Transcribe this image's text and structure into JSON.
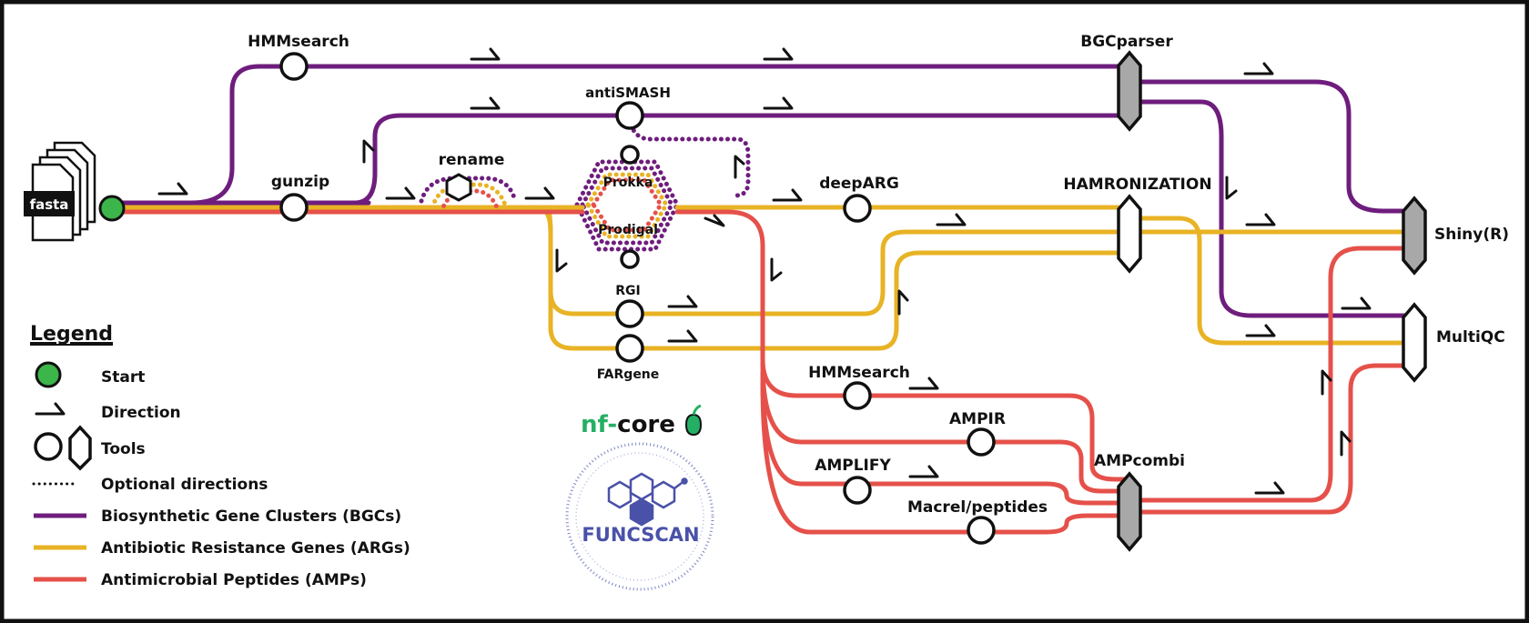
{
  "colors": {
    "bgc": "#6e1d7d",
    "arg": "#e8b324",
    "amp": "#e5514a",
    "start": "#3cb54a",
    "tool_fill_gray": "#a8a8a8",
    "logo_blue": "#4a51a8",
    "nf_green": "#24b064"
  },
  "input": {
    "label": "fasta"
  },
  "tools": {
    "hmmsearch_bgc": "HMMsearch",
    "antismash": "antiSMASH",
    "gunzip": "gunzip",
    "rename": "rename",
    "prokka": "Prokka",
    "prodigal": "Prodigal",
    "deeparg": "deepARG",
    "rgi": "RGI",
    "fargene": "FARgene",
    "hmmsearch_amp": "HMMsearch",
    "ampir": "AMPIR",
    "amplify": "AMPLIFY",
    "macrel": "Macrel/peptides",
    "bgcparser": "BGCparser",
    "hamronization": "HAMRONIZATION",
    "ampcombi": "AMPcombi",
    "shiny": "Shiny(R)",
    "multiqc": "MultiQC"
  },
  "legend": {
    "title": "Legend",
    "start": "Start",
    "direction": "Direction",
    "tools": "Tools",
    "optional": "Optional directions",
    "bgc": "Biosynthetic Gene Clusters (BGCs)",
    "arg": "Antibiotic Resistance Genes (ARGs)",
    "amp": "Antimicrobial Peptides (AMPs)"
  },
  "logos": {
    "nf_prefix": "nf-",
    "nf_core": "core",
    "funcscan": "FUNCSCAN",
    "nf_icon": "apple-icon",
    "funcscan_icon": "hexagon-molecule-icon"
  }
}
